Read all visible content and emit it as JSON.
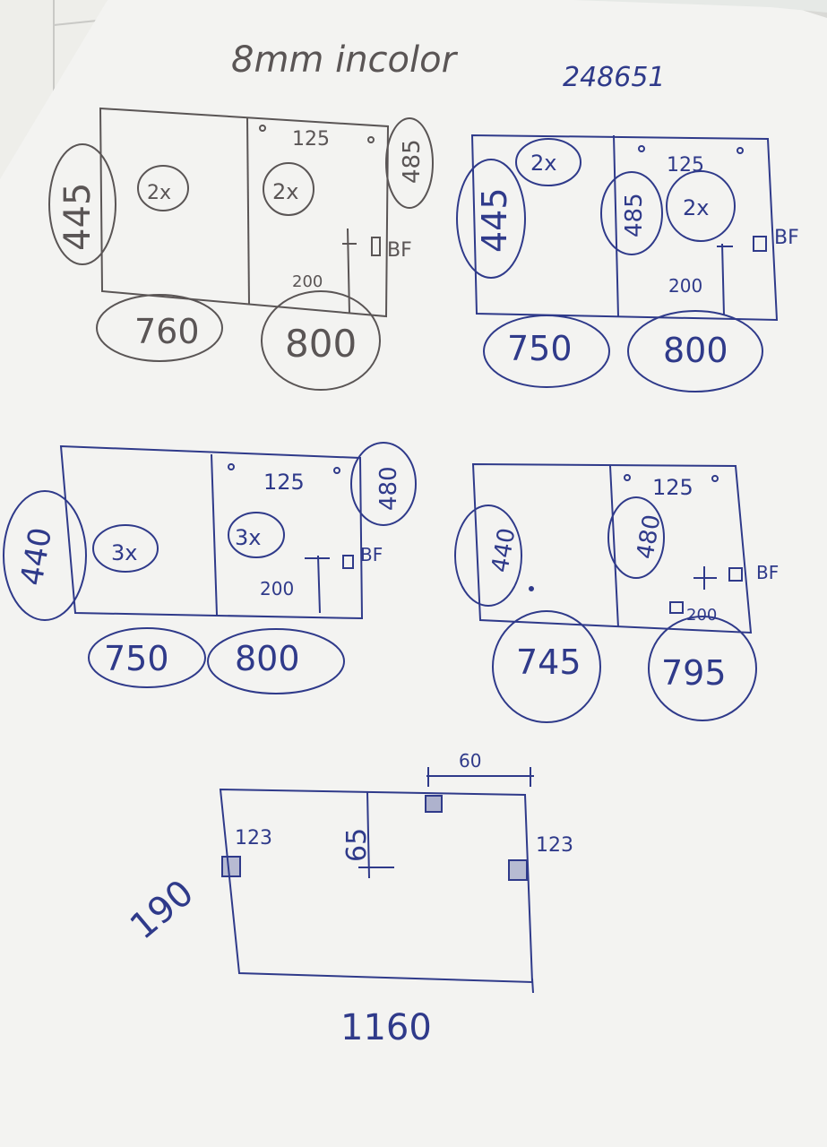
{
  "header": {
    "title": "8mm incolor",
    "reference": "248651"
  },
  "sketches": [
    {
      "height": "445",
      "left_qty": "2x",
      "right_qty": "2x",
      "hole_spacing": "125",
      "right_height": "485",
      "offset": "200",
      "hinge_mark": "BF",
      "left_width": "760",
      "right_width": "800"
    },
    {
      "height": "445",
      "left_qty": "2x",
      "right_qty": "2x",
      "hole_spacing": "125",
      "right_height": "485",
      "offset": "200",
      "hinge_mark": "BF",
      "left_width": "750",
      "right_width": "800"
    },
    {
      "height": "440",
      "left_qty": "3x",
      "right_qty": "3x",
      "hole_spacing": "125",
      "right_height": "480",
      "offset": "200",
      "hinge_mark": "BF",
      "left_width": "750",
      "right_width": "800"
    },
    {
      "height": "440",
      "hole_spacing": "125",
      "right_height": "480",
      "offset": "200",
      "hinge_mark": "BF",
      "left_width": "745",
      "right_width": "795"
    }
  ],
  "bottom_sketch": {
    "cutout_width": "60",
    "cutout_depth": "65",
    "left_hinge": "123",
    "right_hinge": "123",
    "height": "190",
    "width": "1160"
  },
  "ink": {
    "pencil": "#5a5555",
    "blue": "#2f3a8a",
    "paper": "#f3f3f1"
  }
}
